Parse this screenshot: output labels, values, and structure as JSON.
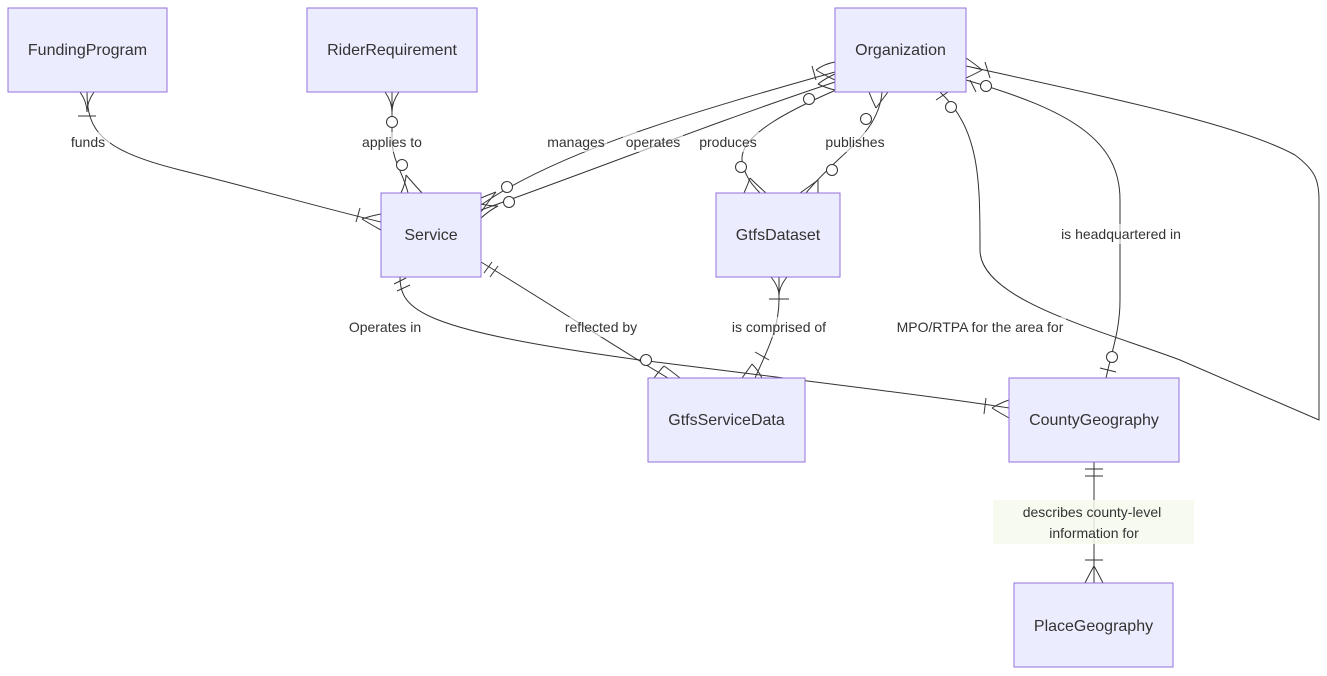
{
  "entities": {
    "funding_program": "FundingProgram",
    "rider_requirement": "RiderRequirement",
    "organization": "Organization",
    "service": "Service",
    "gtfs_dataset": "GtfsDataset",
    "gtfs_service_data": "GtfsServiceData",
    "county_geography": "CountyGeography",
    "place_geography": "PlaceGeography"
  },
  "relationships": {
    "funds": "funds",
    "applies_to": "applies to",
    "manages": "manages",
    "operates": "operates",
    "produces": "produces",
    "publishes": "publishes",
    "is_headquartered_in": "is headquartered in",
    "operates_in": "Operates in",
    "reflected_by": "reflected by",
    "is_comprised_of": "is comprised of",
    "mpo_rtpa": "MPO/RTPA for the area for",
    "describes_line1": "describes county-level",
    "describes_line2": "information for"
  },
  "colors": {
    "entity_fill": "#ECECFF",
    "entity_stroke": "#9370DB",
    "line": "#333333",
    "text": "#333333"
  }
}
